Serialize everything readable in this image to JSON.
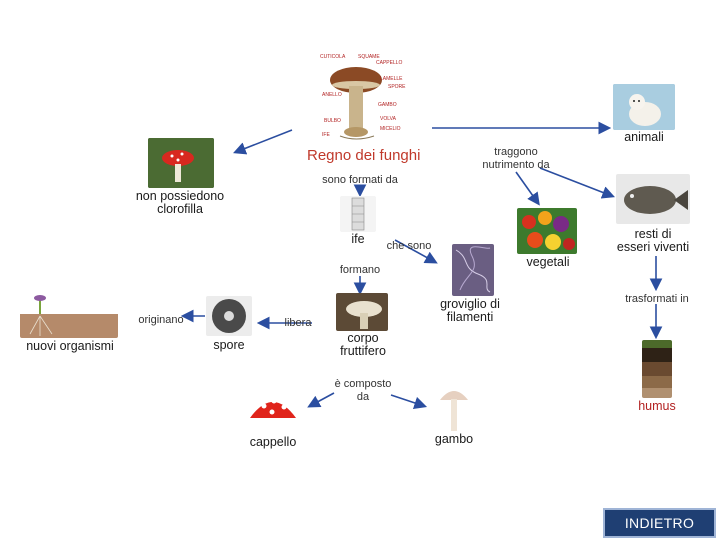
{
  "title": "Regno dei funghi",
  "mushroom_diagram_labels": [
    "CUTICOLA",
    "SQUAME",
    "CAPPELLO",
    "LAMELLE",
    "SPORE",
    "ANELLO",
    "GAMBO",
    "BULBO",
    "VOLVA",
    "MICELIO",
    "IFE"
  ],
  "nodes": {
    "non_chlorophyll": "non possiedono\nclorofilla",
    "animals": "animali",
    "dead_remains": "resti di\nesseri viventi",
    "vegetables": "vegetali",
    "hyphae": "ife",
    "tangle": "groviglio di\nfilamenti",
    "fruiting_body": "corpo\nfruttifero",
    "spores": "spore",
    "new_organisms": "nuovi organismi",
    "cap": "cappello",
    "stem": "gambo",
    "humus": "humus"
  },
  "links": {
    "made_of": "sono formati da",
    "derive_nutrition": "traggono\nnutrimento da",
    "which_are": "che sono",
    "form": "formano",
    "releases": "libera",
    "originate": "originano",
    "is_composed": "è composto\nda",
    "transformed_into": "trasformati in"
  },
  "button": {
    "label": "INDIETRO"
  },
  "colors": {
    "title": "#c0392b",
    "arrow": "#2b4ea0",
    "button": "#1f3f73"
  }
}
